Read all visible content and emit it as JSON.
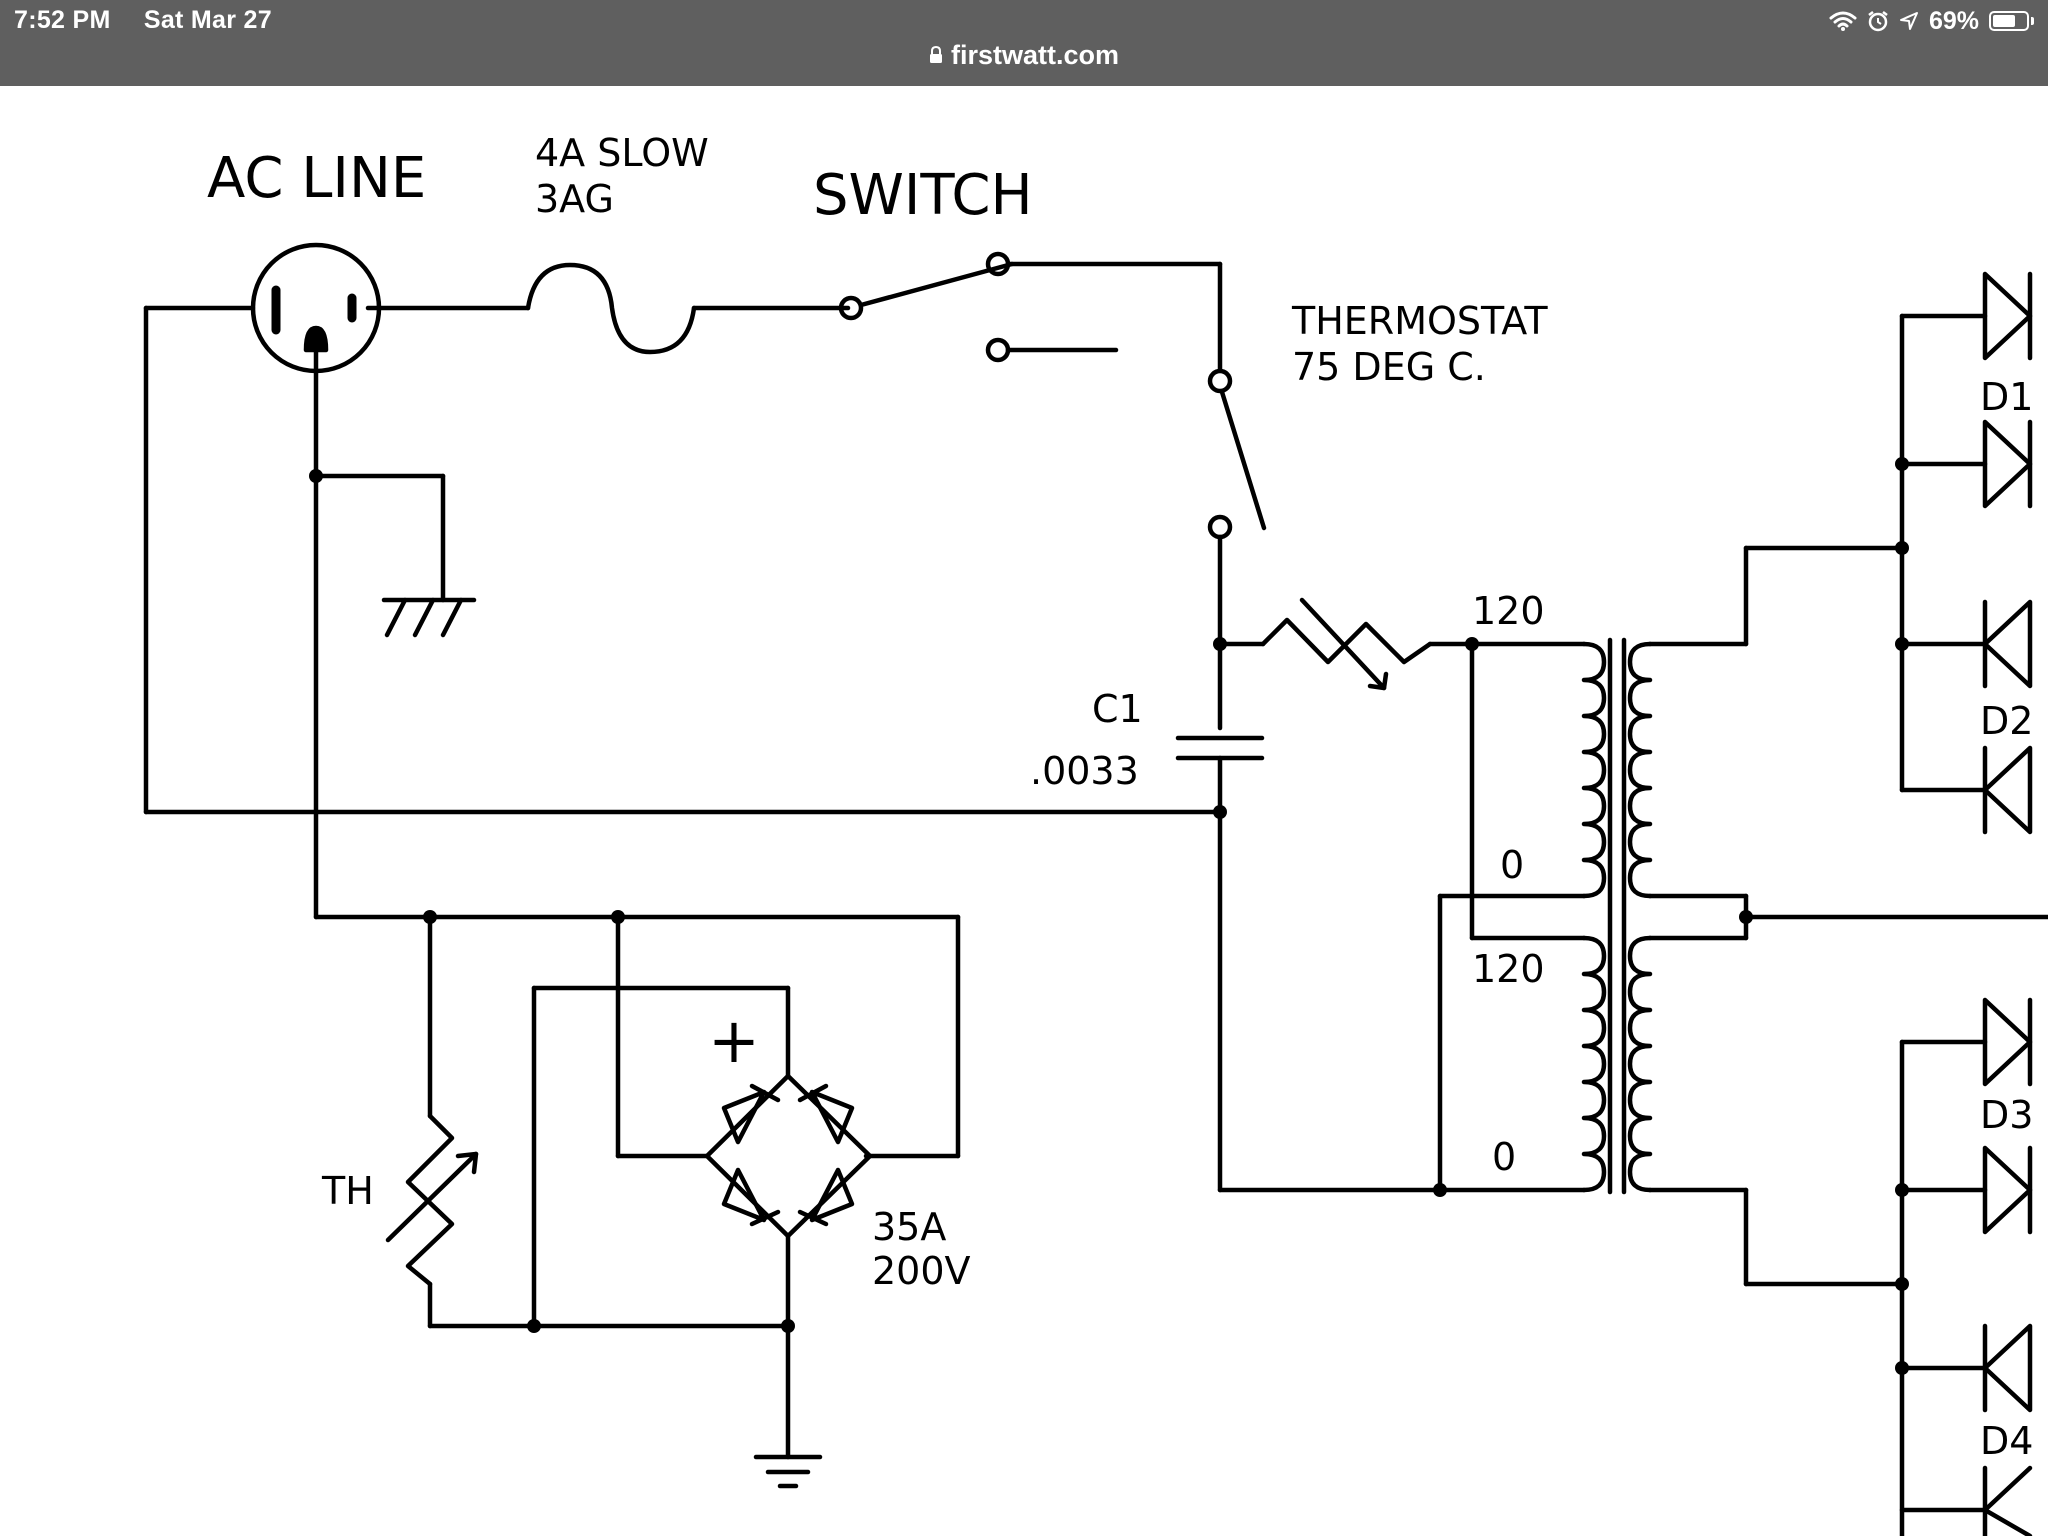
{
  "status": {
    "time": "7:52 PM",
    "date": "Sat Mar 27",
    "battery_percent_text": "69%",
    "battery_level": 0.69,
    "icons": [
      "wifi-icon",
      "alarm-icon",
      "location-icon",
      "battery-icon"
    ]
  },
  "browser": {
    "url": "firstwatt.com",
    "secure_icon": "lock-icon"
  },
  "schematic": {
    "ac_line_label": "AC LINE",
    "fuse_label_line1": "4A SLOW",
    "fuse_label_line2": "3AG",
    "switch_label": "SWITCH",
    "thermostat_label_line1": "THERMOSTAT",
    "thermostat_label_line2": "75 DEG C.",
    "cap_name": "C1",
    "cap_value": ".0033",
    "primary_top_label": "120",
    "primary_zero_top": "0",
    "primary_bottom_label": "120",
    "primary_zero_bottom": "0",
    "thermistor_label": "TH",
    "bridge_plus": "+",
    "bridge_rating_line1": "35A",
    "bridge_rating_line2": "200V",
    "diode_labels": [
      "D1",
      "D2",
      "D3",
      "D4"
    ]
  }
}
